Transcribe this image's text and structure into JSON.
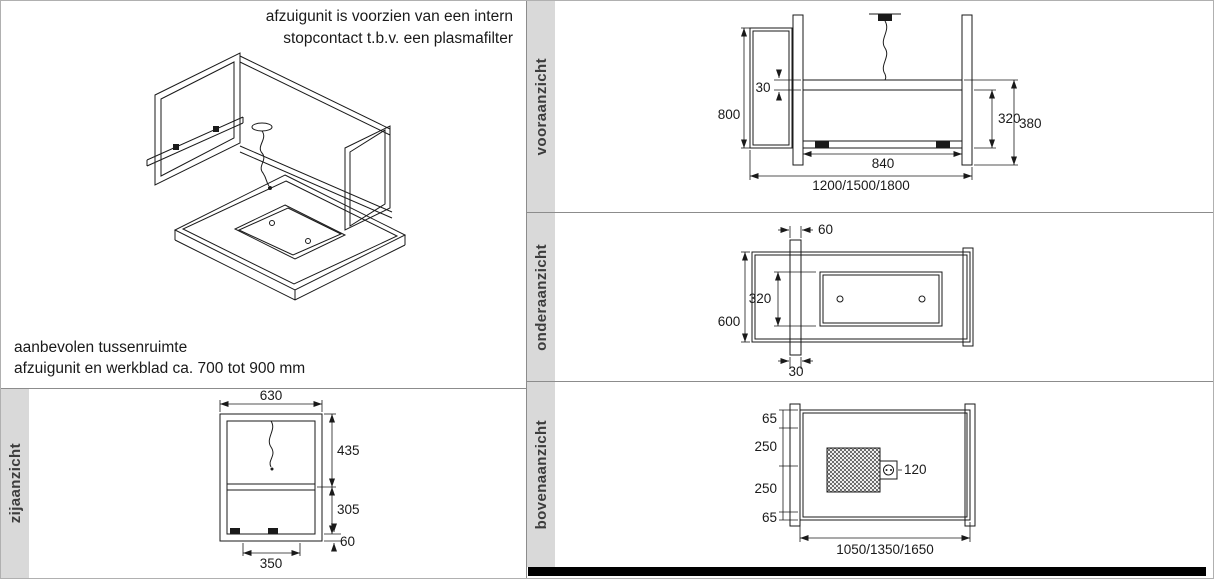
{
  "page": {
    "notes": {
      "top_line1": "afzuigunit is voorzien van een intern",
      "top_line2": "stopcontact t.b.v. een plasmafilter",
      "bottom_line1": "aanbevolen tussenruimte",
      "bottom_line2": "afzuigunit en werkblad ca. 700 tot 900 mm"
    }
  },
  "views": {
    "front": {
      "label": "vooraanzicht",
      "dims": {
        "profile": "30",
        "height": "800",
        "body": "320",
        "total": "380",
        "inner_width": "840",
        "widths": "1200/1500/1800"
      }
    },
    "bottom": {
      "label": "onderaanzicht",
      "dims": {
        "rail_top": "60",
        "inner_depth": "320",
        "depth": "600",
        "rail_bottom": "30"
      }
    },
    "side": {
      "label": "zijaanzicht",
      "dims": {
        "width": "630",
        "upper": "435",
        "lower": "305",
        "profile": "60",
        "bottom_width": "350"
      }
    },
    "top": {
      "label": "bovenaanzicht",
      "dims": {
        "edge_top": "65",
        "seg_upper": "250",
        "seg_lower": "250",
        "edge_bottom": "65",
        "socket": "120",
        "widths": "1050/1350/1650"
      }
    }
  },
  "colors": {
    "label_bar": "#d9d9d9",
    "line": "#1a1a1a",
    "divider": "#8c8c8c",
    "footer": "#000000"
  }
}
